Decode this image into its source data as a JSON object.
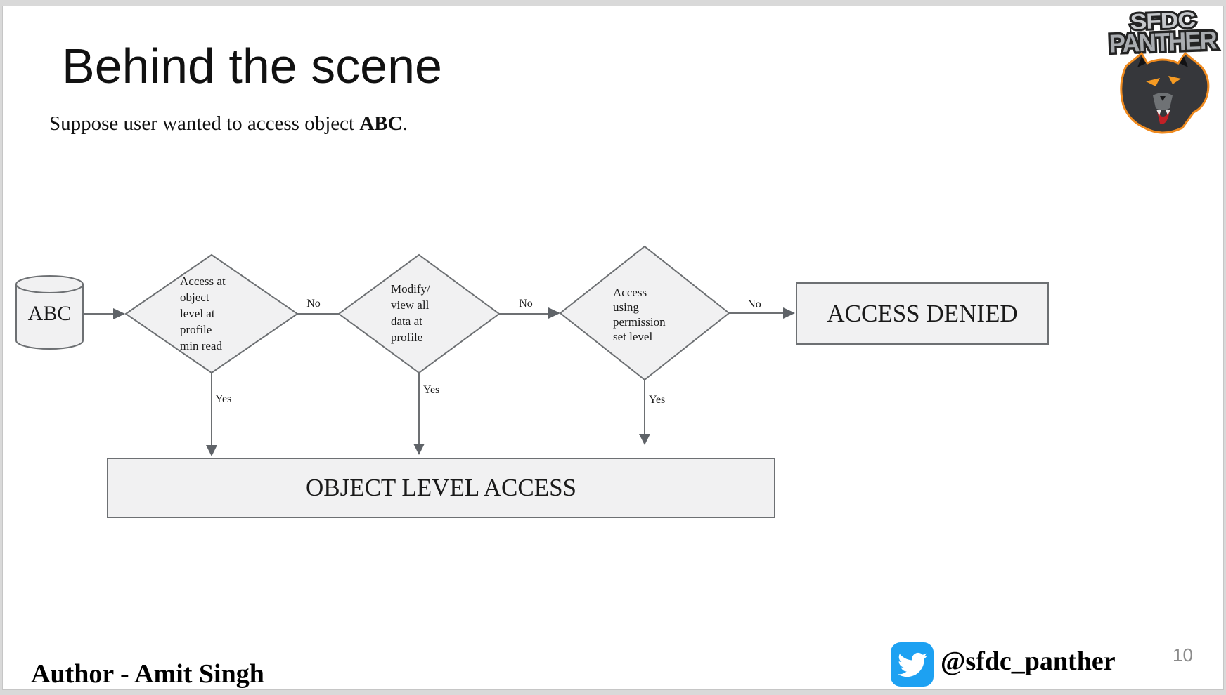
{
  "slide": {
    "title": "Behind the scene",
    "subtitle": {
      "prefix": "Suppose user wanted to access object ",
      "bold": "ABC",
      "suffix": "."
    },
    "author": "Author - Amit Singh",
    "twitter_handle": "@sfdc_panther",
    "page_number": "10"
  },
  "logo": {
    "top": "SFDC",
    "bottom": "PANTHER"
  },
  "flowchart": {
    "database": "ABC",
    "decision1": "Access at\nobject\nlevel at\nprofile\nmin read",
    "decision2": "Modify/\nview all\ndata at\nprofile",
    "decision3": "Access\nusing\npermission\nset level",
    "no": "No",
    "yes": "Yes",
    "denied": "ACCESS DENIED",
    "granted": "OBJECT LEVEL ACCESS"
  },
  "colors": {
    "shape_fill": "#f1f1f2",
    "shape_stroke": "#6d7073",
    "arrow": "#5f6368",
    "twitter_blue": "#1da1f2",
    "page_number_gray": "#8b8b8b"
  }
}
